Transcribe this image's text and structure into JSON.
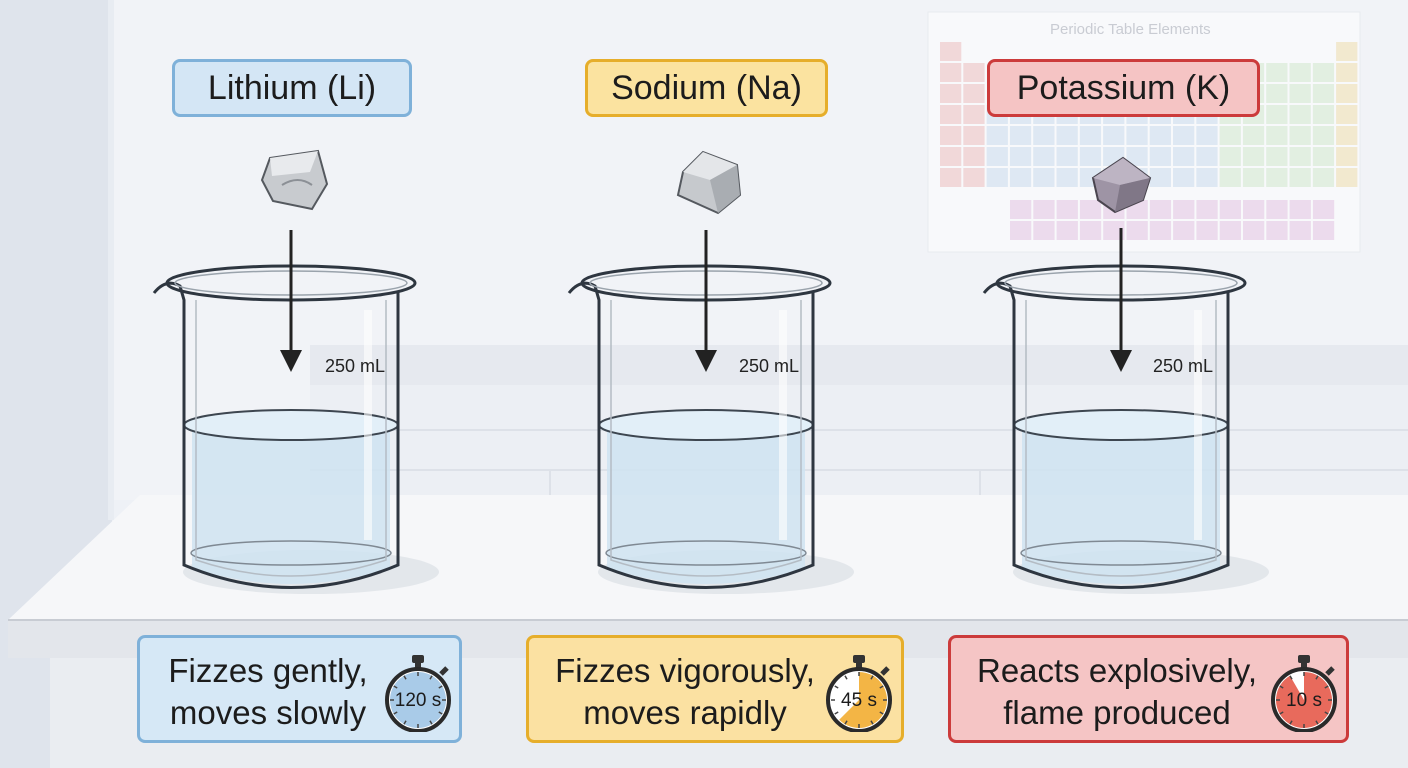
{
  "metals": [
    {
      "label": "Lithium (Li)",
      "volume": "250 mL",
      "observation_line1": "Fizzes gently,",
      "observation_line2": "moves slowly",
      "time_text": "120 s",
      "time_seconds": 120,
      "color": "#7fb1d9"
    },
    {
      "label": "Sodium (Na)",
      "volume": "250 mL",
      "observation_line1": "Fizzes vigorously,",
      "observation_line2": "moves rapidly",
      "time_text": "45 s",
      "time_seconds": 45,
      "color": "#e6ae2b"
    },
    {
      "label": "Potassium (K)",
      "volume": "250 mL",
      "observation_line1": "Reacts explosively,",
      "observation_line2": "flame produced",
      "time_text": "10 s",
      "time_seconds": 10,
      "color": "#cc3b3b"
    }
  ],
  "poster": {
    "title": "Periodic Table Elements"
  },
  "icons": [
    "metal-chunk-icon",
    "down-arrow-icon",
    "stopwatch-icon",
    "beaker-icon"
  ]
}
